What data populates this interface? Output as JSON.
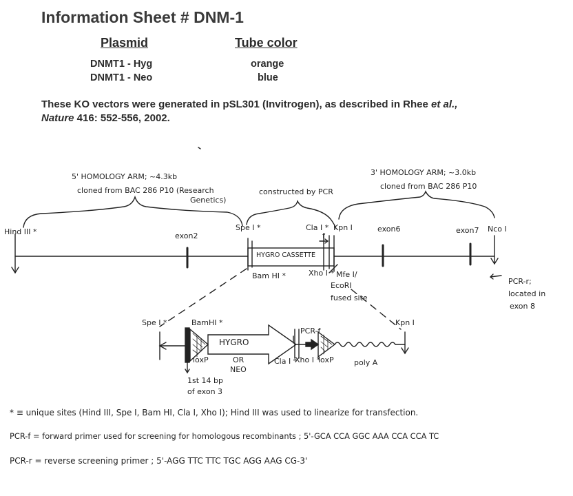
{
  "header": {
    "title": "Information Sheet # DNM-1",
    "col_plasmid": "Plasmid",
    "col_tube": "Tube color",
    "rows": [
      {
        "plasmid": "DNMT1 - Hyg",
        "color": "orange"
      },
      {
        "plasmid": "DNMT1 - Neo",
        "color": "blue"
      }
    ],
    "intro_main": "These KO vectors were generated in pSL301 (Invitrogen), as described in Rhee ",
    "intro_etal": "et al.,",
    "intro_journal": "Nature",
    "intro_ref": " 416: 552-556, 2002."
  },
  "diagram": {
    "arm5_l1": "5' HOMOLOGY ARM; ~4.3kb",
    "arm5_l2": "cloned from BAC 286 P10 (Research",
    "arm5_l3": "Genetics)",
    "pcr_built": "constructed by PCR",
    "arm3_l1": "3' HOMOLOGY ARM; ~3.0kb",
    "arm3_l2": "cloned from BAC 286 P10",
    "hind": "Hind III *",
    "exon2": "exon2",
    "spe": "Spe I *",
    "cla": "Cla I *",
    "kpn": "Kpn I",
    "pcr_f_small": "f",
    "exon6": "exon6",
    "exon7": "exon7",
    "nco": "Nco I",
    "cassette": "HYGRO CASSETTE",
    "bam": "Bam HI *",
    "xho": "Xho I *",
    "mfe_l1": "Mfe I/",
    "mfe_l2": "EcoRI",
    "mfe_l3": "fused site",
    "pcrr_l1": "PCR-r;",
    "pcrr_l2": "located in",
    "pcrr_l3": "exon 8",
    "z_spe": "Spe I *",
    "z_bam": "BamHI *",
    "z_hygro": "HYGRO",
    "z_or": "OR",
    "z_neo": "NEO",
    "z_pcrf": "PCR-f",
    "z_kpn": "Kpn I",
    "z_loxp1": "loxP",
    "z_cla": "Cla I *",
    "z_xho": "Xho I *",
    "z_loxp2": "loxP",
    "z_polya": "poly A",
    "z_bp1": "1st 14 bp",
    "z_bp2": "of exon 3"
  },
  "notes": {
    "unique": "* ≡ unique sites  (Hind III, Spe I, Bam HI, Cla I, Xho I);  Hind III was used to linearize for transfection.",
    "pcrf": "PCR-f = forward primer used for screening for homologous recombinants ;  5'-GCA CCA GGC AAA CCA CCA TC",
    "pcrr": "PCR-r = reverse screening primer ;  5'-AGG TTC TTC TGC AGG AAG CG-3'"
  }
}
